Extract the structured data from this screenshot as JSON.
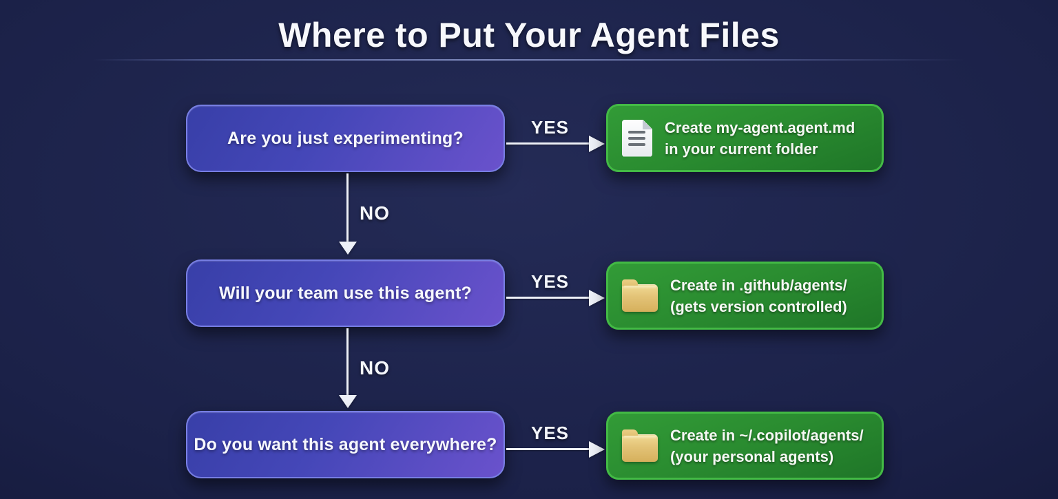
{
  "title": "Where to Put Your Agent Files",
  "rows": [
    {
      "question": "Are you just experimenting?",
      "yes_label": "YES",
      "no_label": "NO",
      "answer_icon": "document-icon",
      "answer_lines": [
        "Create my-agent.agent.md",
        "in your current folder"
      ]
    },
    {
      "question": "Will your team use this agent?",
      "yes_label": "YES",
      "no_label": "NO",
      "answer_icon": "folder-icon",
      "answer_lines": [
        "Create in .github/agents/",
        "(gets version controlled)"
      ]
    },
    {
      "question": "Do you want this agent everywhere?",
      "yes_label": "YES",
      "answer_icon": "folder-icon",
      "answer_lines": [
        "Create in ~/.copilot/agents/",
        "(your personal agents)"
      ]
    }
  ],
  "colors": {
    "background_center": "#242b56",
    "background_edge": "#0c1029",
    "question_box_gradient_start": "#383fa8",
    "question_box_gradient_end": "#6a52cc",
    "question_box_border": "#7a82e6",
    "answer_box_gradient_start": "#329b37",
    "answer_box_gradient_end": "#1f7628",
    "answer_box_border": "#43ba45",
    "arrow": "#eef1f8",
    "text": "#f6f7fd",
    "folder_icon": "#e3c377",
    "divider": "#919dd2"
  }
}
